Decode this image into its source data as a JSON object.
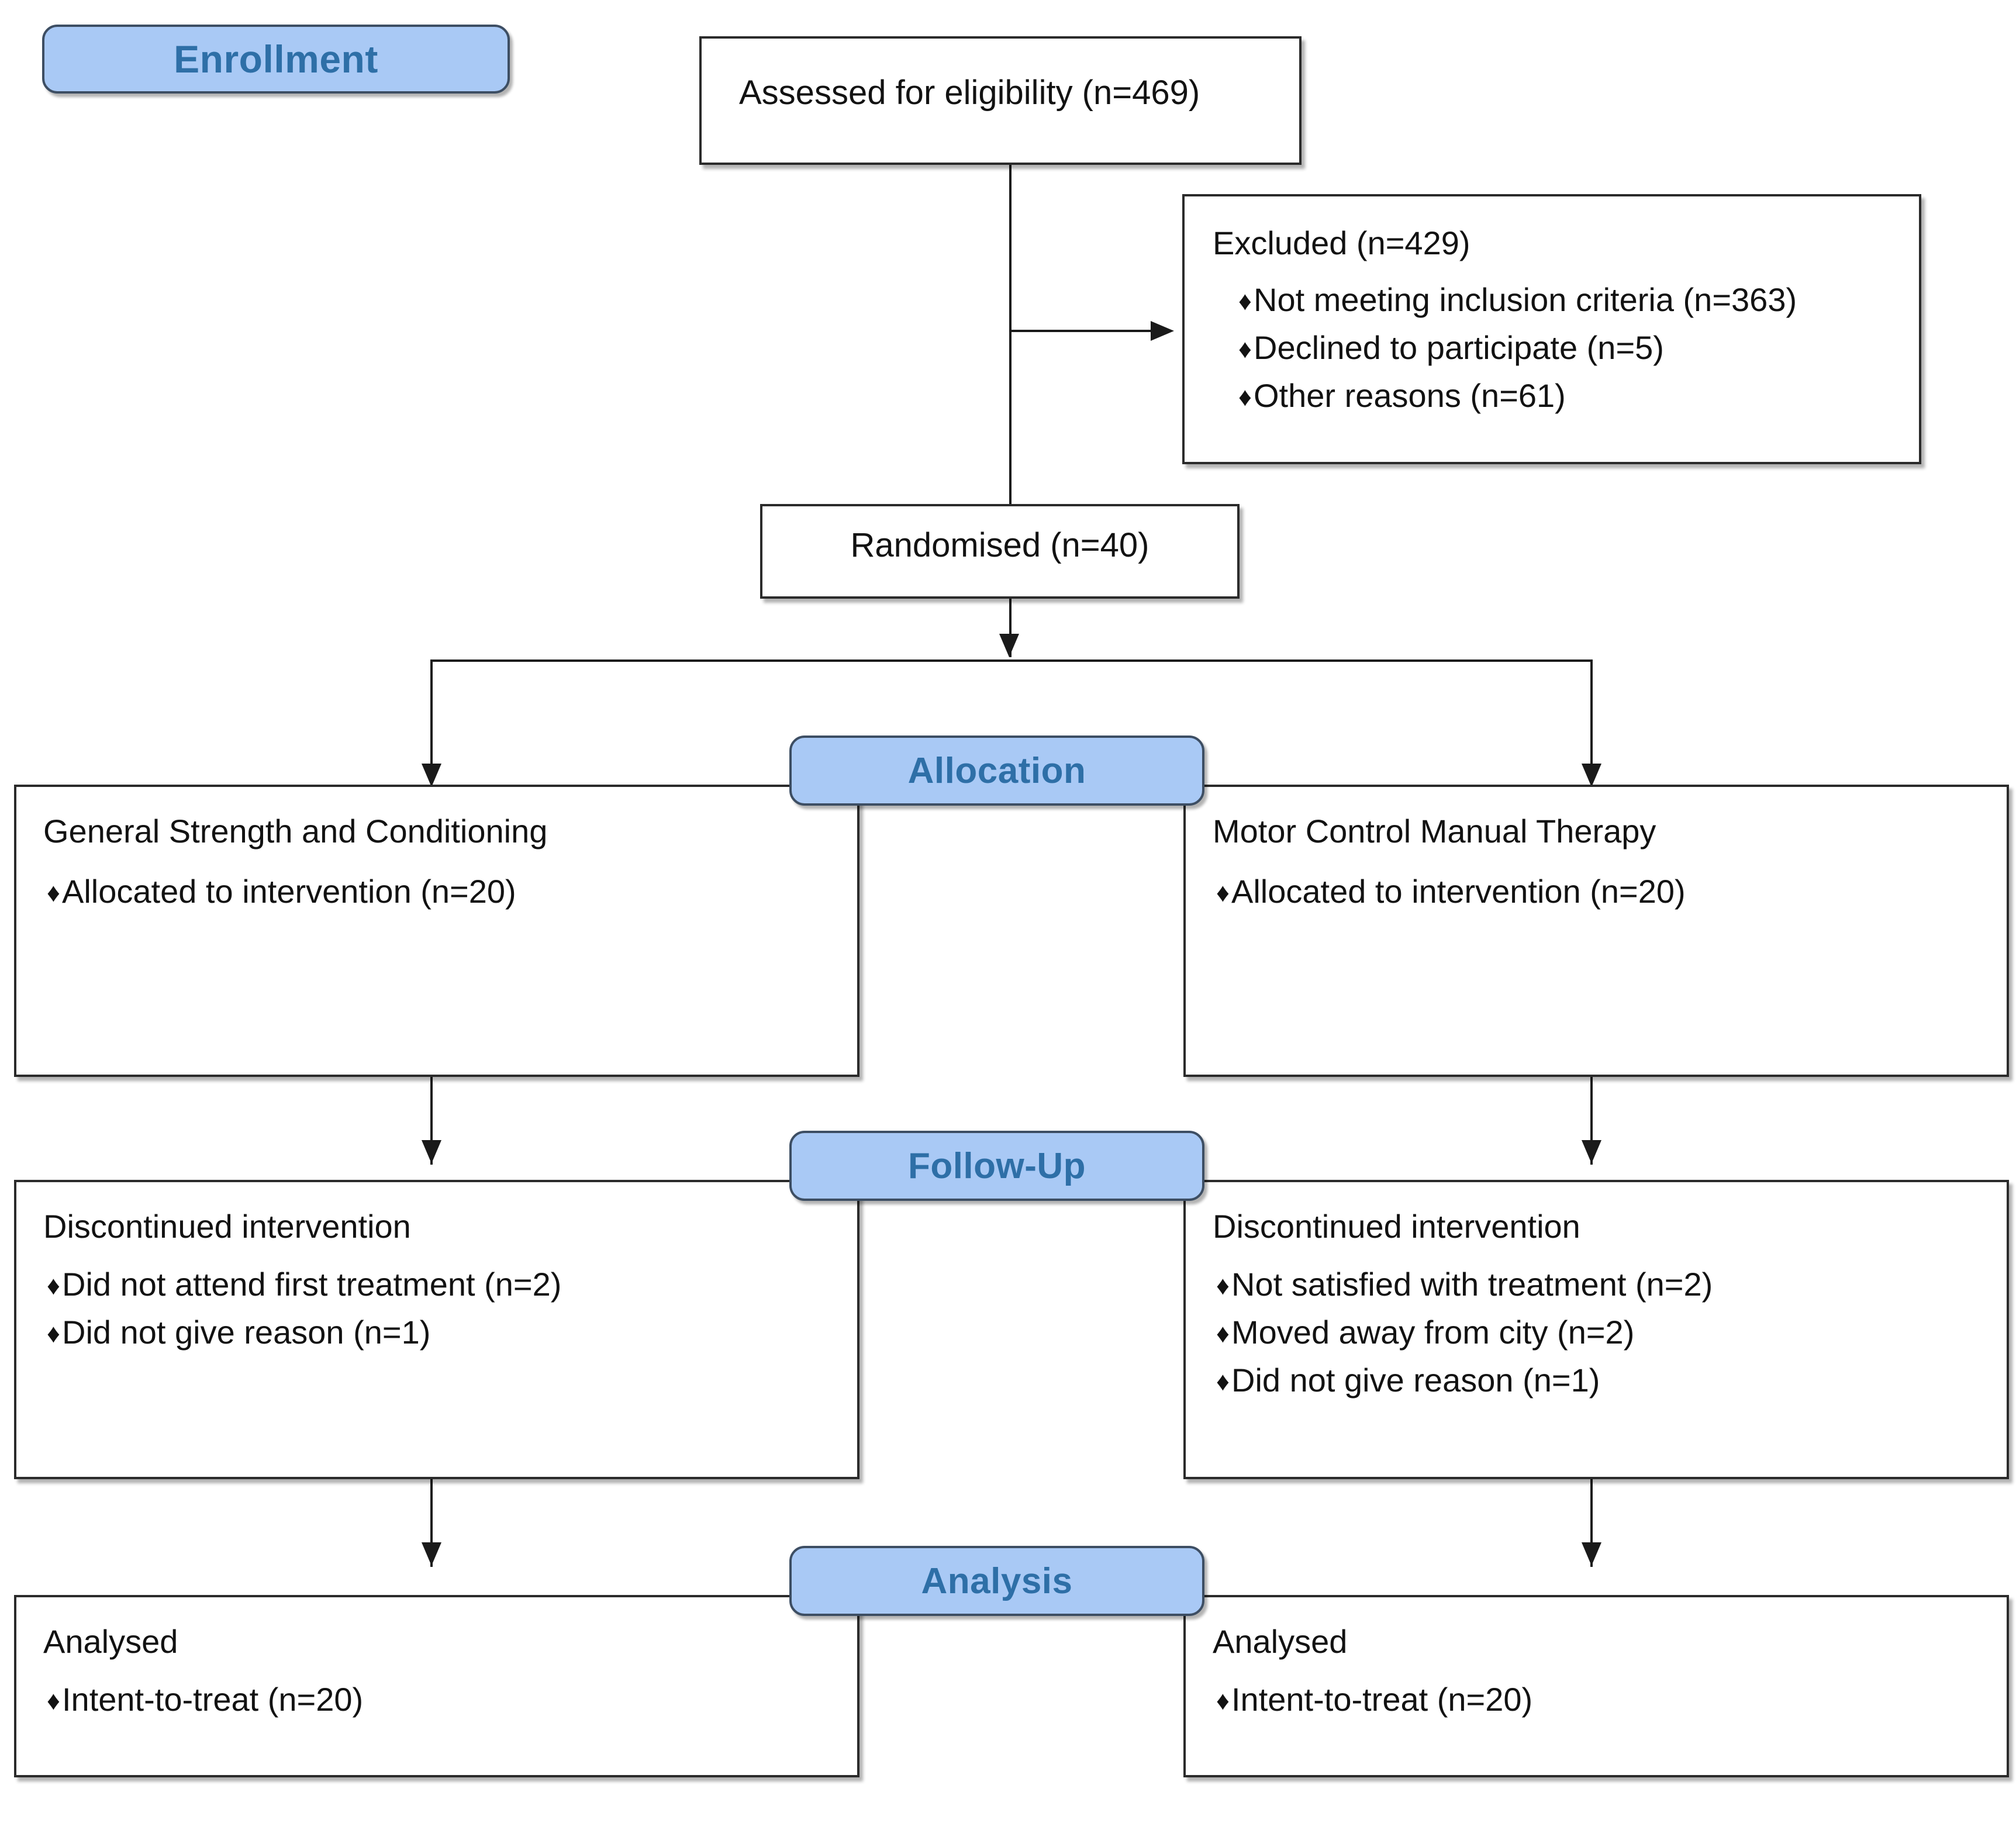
{
  "diagram": {
    "title": "CONSORT participant flow diagram",
    "accent_color": "#A9C9F5",
    "badge_text_color": "#2E6FA7",
    "box_border_color": "#2b2b2b",
    "bullet_glyph": "♦"
  },
  "stages": {
    "enrollment": "Enrollment",
    "allocation": "Allocation",
    "follow_up": "Follow-Up",
    "analysis": "Analysis"
  },
  "enrollment": {
    "assessed": "Assessed for eligibility (n=469)",
    "excluded_title": "Excluded (n=429)",
    "excluded_reasons": [
      "Not meeting inclusion criteria (n=363)",
      "Declined to participate (n=5)",
      "Other reasons (n=61)"
    ],
    "randomised": "Randomised (n=40)"
  },
  "allocation": {
    "left": {
      "title": "General Strength and Conditioning",
      "items": [
        "Allocated to intervention (n=20)"
      ]
    },
    "right": {
      "title": "Motor Control Manual Therapy",
      "items": [
        "Allocated to intervention (n=20)"
      ]
    }
  },
  "follow_up": {
    "left": {
      "title": "Discontinued intervention",
      "items": [
        "Did not attend first treatment (n=2)",
        "Did not give reason (n=1)"
      ]
    },
    "right": {
      "title": "Discontinued intervention",
      "items": [
        "Not satisfied with treatment (n=2)",
        "Moved away from city (n=2)",
        "Did not give reason (n=1)"
      ]
    }
  },
  "analysis": {
    "left": {
      "title": "Analysed",
      "items": [
        "Intent-to-treat (n=20)"
      ]
    },
    "right": {
      "title": "Analysed",
      "items": [
        "Intent-to-treat (n=20)"
      ]
    }
  }
}
